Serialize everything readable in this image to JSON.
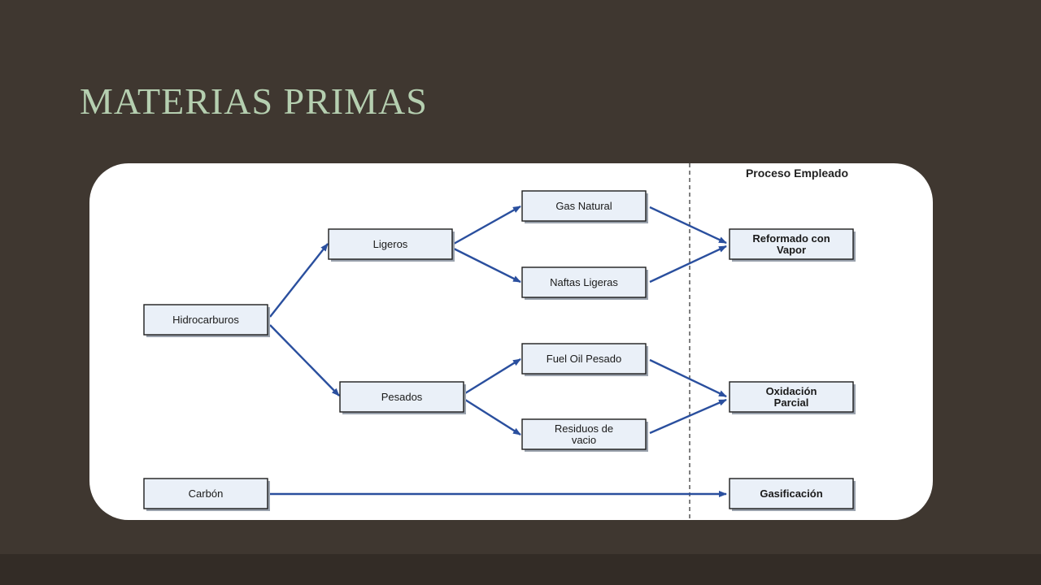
{
  "slide": {
    "title": "MATERIAS PRIMAS"
  },
  "diagram": {
    "process_header": "Proceso Empleado",
    "nodes": {
      "hidrocarburos": "Hidrocarburos",
      "ligeros": "Ligeros",
      "pesados": "Pesados",
      "gas_natural": "Gas Natural",
      "naftas_ligeras": "Naftas Ligeras",
      "fuel_oil_pesado": "Fuel Oil Pesado",
      "residuos_vacio": [
        "Residuos de",
        "vacio"
      ],
      "carbon": "Carbón",
      "reformado": [
        "Reformado con",
        "Vapor"
      ],
      "oxidacion": [
        "Oxidación",
        "Parcial"
      ],
      "gasificacion": "Gasificación"
    },
    "colors": {
      "arrow": "#2a4f9e",
      "box_fill": "#eaf0f8",
      "title": "#b5cfb0",
      "background": "#3f3730"
    }
  }
}
